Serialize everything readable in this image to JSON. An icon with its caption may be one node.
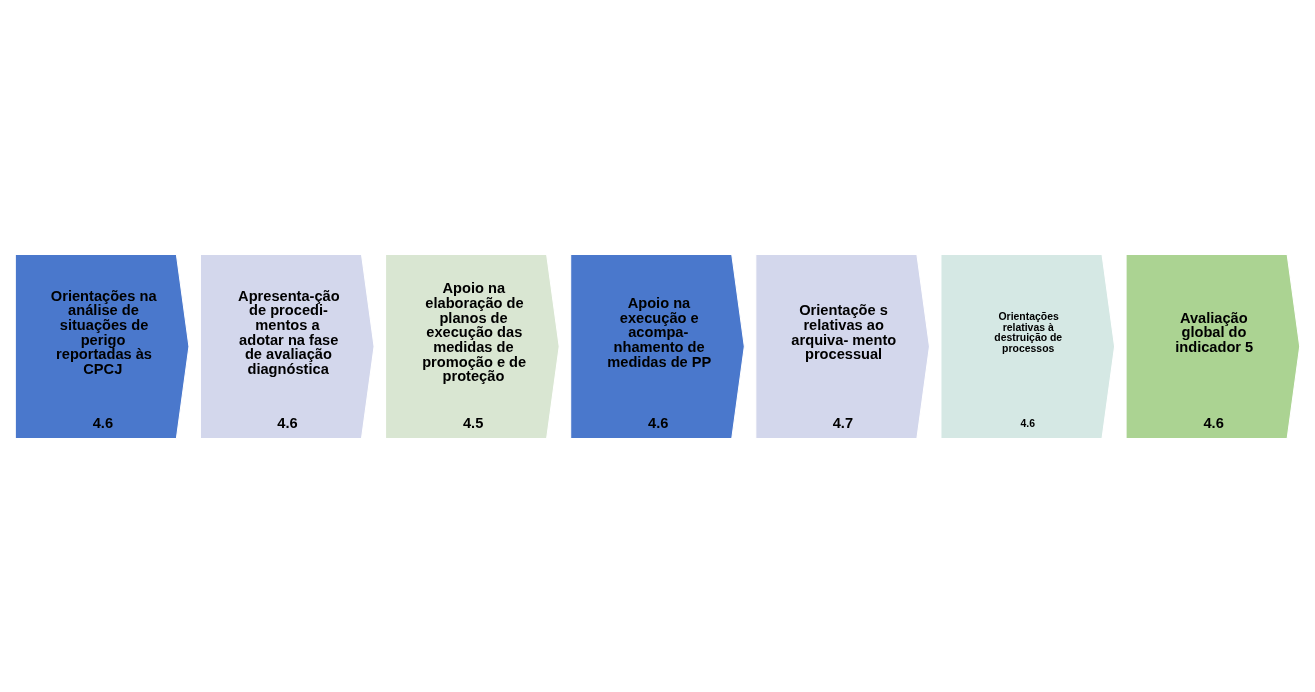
{
  "diagram": {
    "nodes": [
      {
        "text": [
          "Orientações na análise de situações de perigo reportadas às CPCJ",
          "4.6"
        ]
      },
      {
        "text": [
          "Apresenta-ção de procedi-mentos a adotar na fase de avaliação diagnóstica",
          "4.6"
        ]
      },
      {
        "text": [
          "Apoio na elaboração de planos de execução das medidas de promoção e de proteção",
          "4.5"
        ]
      },
      {
        "text": [
          "Apoio na execução e acompa- nhamento de medidas de PP",
          "4.6"
        ]
      },
      {
        "text": [
          "Orientaçõe s relativas ao arquiva- mento processual",
          "4.7"
        ]
      },
      {
        "text": [
          "Orientações relativas à destruição de processos",
          "4.6"
        ]
      },
      {
        "text": [
          "Avaliação global do indicador 5",
          "4.6"
        ]
      }
    ],
    "edges": []
  }
}
